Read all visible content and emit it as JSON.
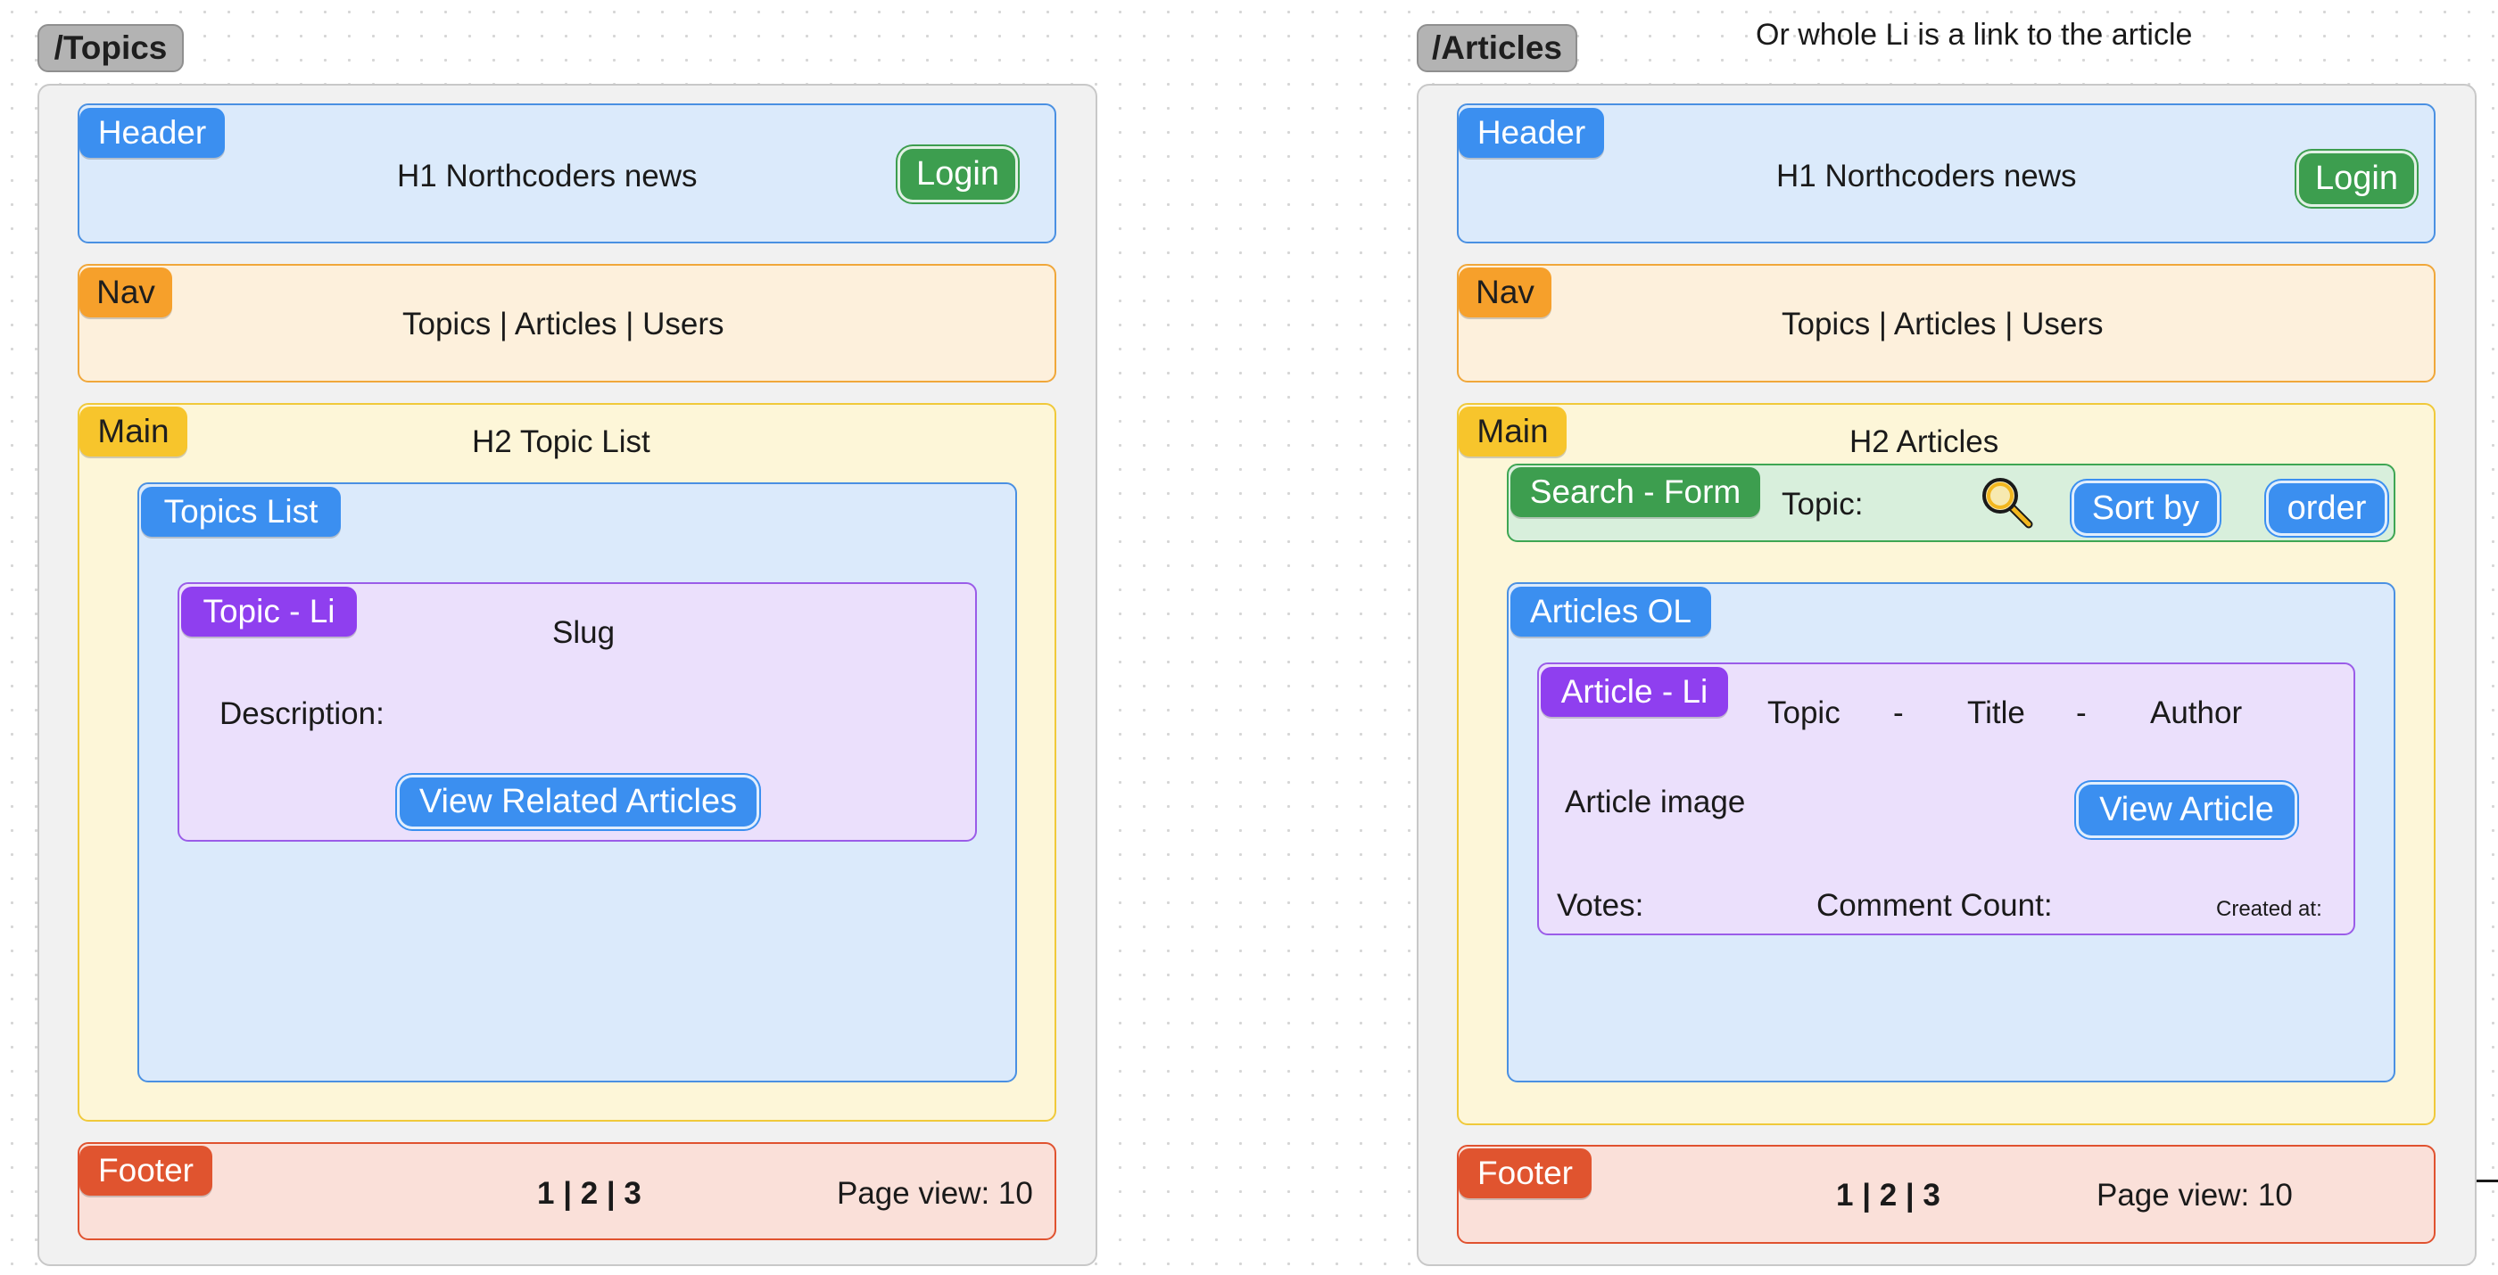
{
  "note": "Or whole Li is a link to the article",
  "topics_frame": {
    "label": "/Topics",
    "header": {
      "tag": "Header",
      "title": "H1 Northcoders news",
      "login": "Login"
    },
    "nav": {
      "tag": "Nav",
      "links": "Topics | Articles | Users"
    },
    "main": {
      "tag": "Main",
      "title": "H2 Topic List",
      "list": {
        "tag": "Topics List",
        "item": {
          "tag": "Topic - Li",
          "slug": "Slug",
          "description": "Description:",
          "button": "View Related Articles"
        }
      }
    },
    "footer": {
      "tag": "Footer",
      "pages": "1 | 2 | 3",
      "page_view": "Page view: 10"
    }
  },
  "articles_frame": {
    "label": "/Articles",
    "header": {
      "tag": "Header",
      "title": "H1 Northcoders news",
      "login": "Login"
    },
    "nav": {
      "tag": "Nav",
      "links": "Topics | Articles | Users"
    },
    "main": {
      "tag": "Main",
      "title": "H2 Articles",
      "search": {
        "tag": "Search - Form",
        "topic": "Topic:",
        "sort": "Sort by",
        "order": "order"
      },
      "list": {
        "tag": "Articles OL",
        "item": {
          "tag": "Article - Li",
          "topic": "Topic",
          "dash1": "-",
          "title": "Title",
          "dash2": "-",
          "author": "Author",
          "image": "Article image",
          "button": "View Article",
          "votes": "Votes:",
          "comments": "Comment Count:",
          "created": "Created at:"
        }
      }
    },
    "footer": {
      "tag": "Footer",
      "pages": "1 | 2 | 3",
      "page_view": "Page view: 10"
    }
  },
  "colors": {
    "blue": "#3b8ff0",
    "orange": "#f6a02b",
    "yellow": "#f7c52c",
    "purple": "#8f3fef",
    "green": "#3d9e4f",
    "red": "#e0542f"
  }
}
